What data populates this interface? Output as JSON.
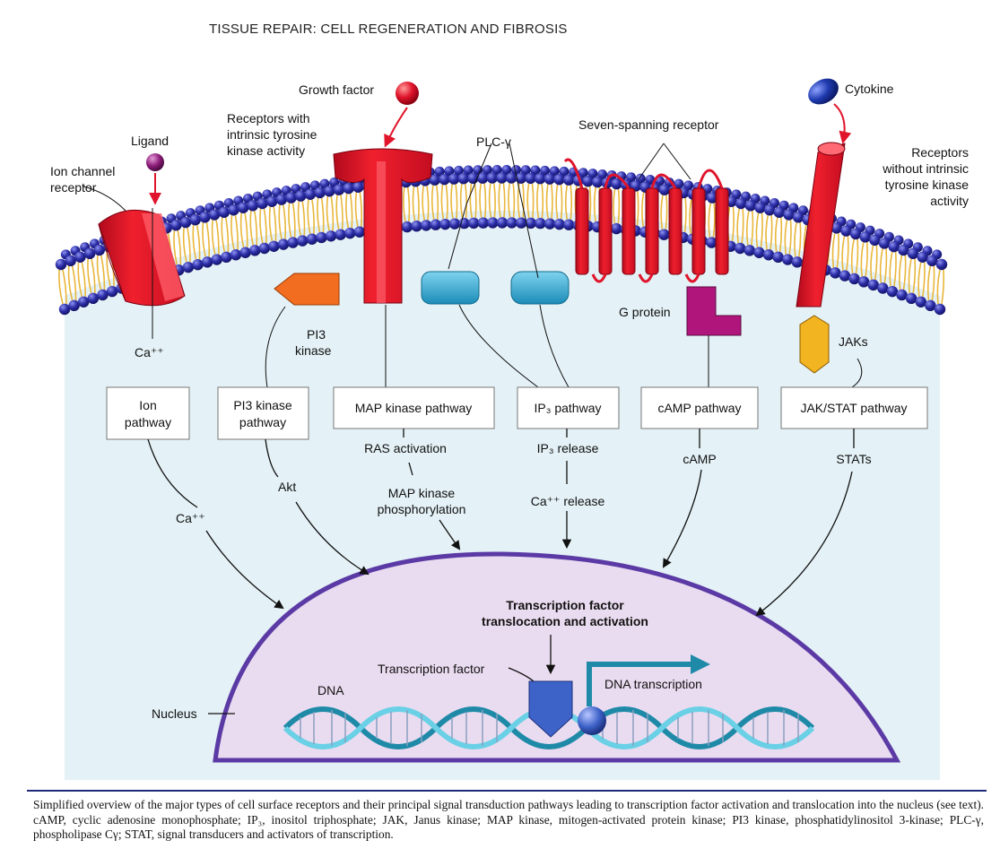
{
  "header": "TISSUE REPAIR: CELL REGENERATION AND FIBROSIS",
  "labels": {
    "growth_factor": "Growth factor",
    "rtk_1": "Receptors with",
    "rtk_2": "intrinsic tyrosine",
    "rtk_3": "kinase activity",
    "ligand": "Ligand",
    "ion_ch_1": "Ion channel",
    "ion_ch_2": "receptor",
    "plc": "PLC-γ",
    "seven_spanning": "Seven-spanning receptor",
    "cytokine": "Cytokine",
    "nrtk_1": "Receptors",
    "nrtk_2": "without intrinsic",
    "nrtk_3": "tyrosine kinase",
    "nrtk_4": "activity",
    "ca_top": "Ca⁺⁺",
    "pi3_1": "PI3",
    "pi3_2": "kinase",
    "g_protein": "G protein",
    "jaks": "JAKs",
    "ras": "RAS activation",
    "ip3_release": "IP₃ release",
    "camp": "cAMP",
    "stats": "STATs",
    "ca_mid": "Ca⁺⁺",
    "akt": "Akt",
    "mapk_1": "MAP kinase",
    "mapk_2": "phosphorylation",
    "ca_release": "Ca⁺⁺ release",
    "tf_1": "Transcription factor",
    "tf_2": "translocation and activation",
    "tf_label": "Transcription factor",
    "dna": "DNA",
    "dna_tx": "DNA transcription",
    "nucleus": "Nucleus"
  },
  "pathways": {
    "ion_1": "Ion",
    "ion_2": "pathway",
    "pi3k_1": "PI3 kinase",
    "pi3k_2": "pathway",
    "mapk": "MAP kinase pathway",
    "ip3": "IP₃ pathway",
    "camp": "cAMP pathway",
    "jak": "JAK/STAT pathway"
  },
  "caption": "Simplified overview of the major types of cell surface receptors and their principal signal transduction pathways leading to transcription factor activation and translocation into the nucleus (see text). cAMP, cyclic adenosine monophosphate; IP₃, inositol triphosphate; JAK, Janus kinase; MAP kinase, mitogen-activated protein kinase; PI3 kinase, phosphatidylinositol 3-kinase; PLC-γ, phospholipase Cγ; STAT, signal transducers and activators of transcription.",
  "colors": {
    "cytoplasm": "#e4f1f6",
    "membrane_head": "#2d2fa8",
    "tail": "#e8b63a",
    "receptor": "#e0142b",
    "plc": "#27a9d3",
    "pi3": "#f26d1f",
    "g_protein": "#b0157b",
    "jak": "#f2b421",
    "nucleus": "#eadcf0",
    "nucleus_edge": "#5b3aa5",
    "dna": "#1f8aa8",
    "tf": "#3d62c8",
    "arrow_tx": "#1f8aa8"
  }
}
